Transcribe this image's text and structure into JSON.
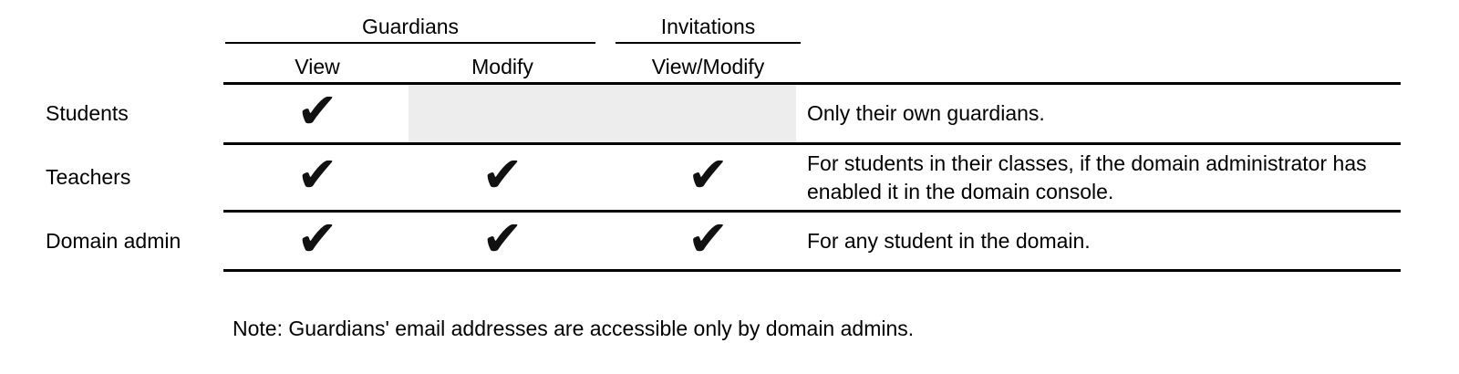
{
  "colors": {
    "background": "#ffffff",
    "line": "#000000",
    "text": "#000000",
    "check": "#111111",
    "disabled_cell_highlight": "#ededed"
  },
  "table": {
    "groups": [
      {
        "label": "Guardians"
      },
      {
        "label": "Invitations"
      }
    ],
    "columns": {
      "view": "View",
      "modify": "Modify",
      "view_modify": "View/Modify"
    },
    "check_glyph": "✔",
    "rows": [
      {
        "label": "Students",
        "guardians_view": "✔",
        "guardians_modify": "",
        "invitations_view_modify": "",
        "note": "Only their own guardians."
      },
      {
        "label": "Teachers",
        "guardians_view": "✔",
        "guardians_modify": "✔",
        "invitations_view_modify": "✔",
        "note": "For students in their classes, if the domain administrator has enabled it in the domain console."
      },
      {
        "label": "Domain admin",
        "guardians_view": "✔",
        "guardians_modify": "✔",
        "invitations_view_modify": "✔",
        "note": "For any student in the domain."
      }
    ]
  },
  "footnote": "Note: Guardians' email addresses are accessible only by domain admins."
}
